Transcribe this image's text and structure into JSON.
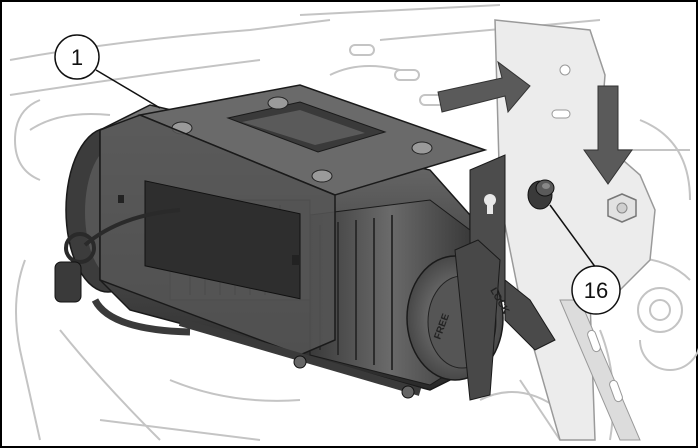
{
  "callouts": {
    "c1": {
      "number": "1"
    },
    "c16": {
      "number": "16"
    }
  },
  "knob": {
    "free_label": "FREE",
    "lock_label": "LOCK"
  },
  "colors": {
    "frame": "#000000",
    "winch_dark": "#3a3a3a",
    "winch_mid": "#5c5c5c",
    "ghost_line": "#c8c8c8",
    "arrow_fill": "#555555"
  }
}
